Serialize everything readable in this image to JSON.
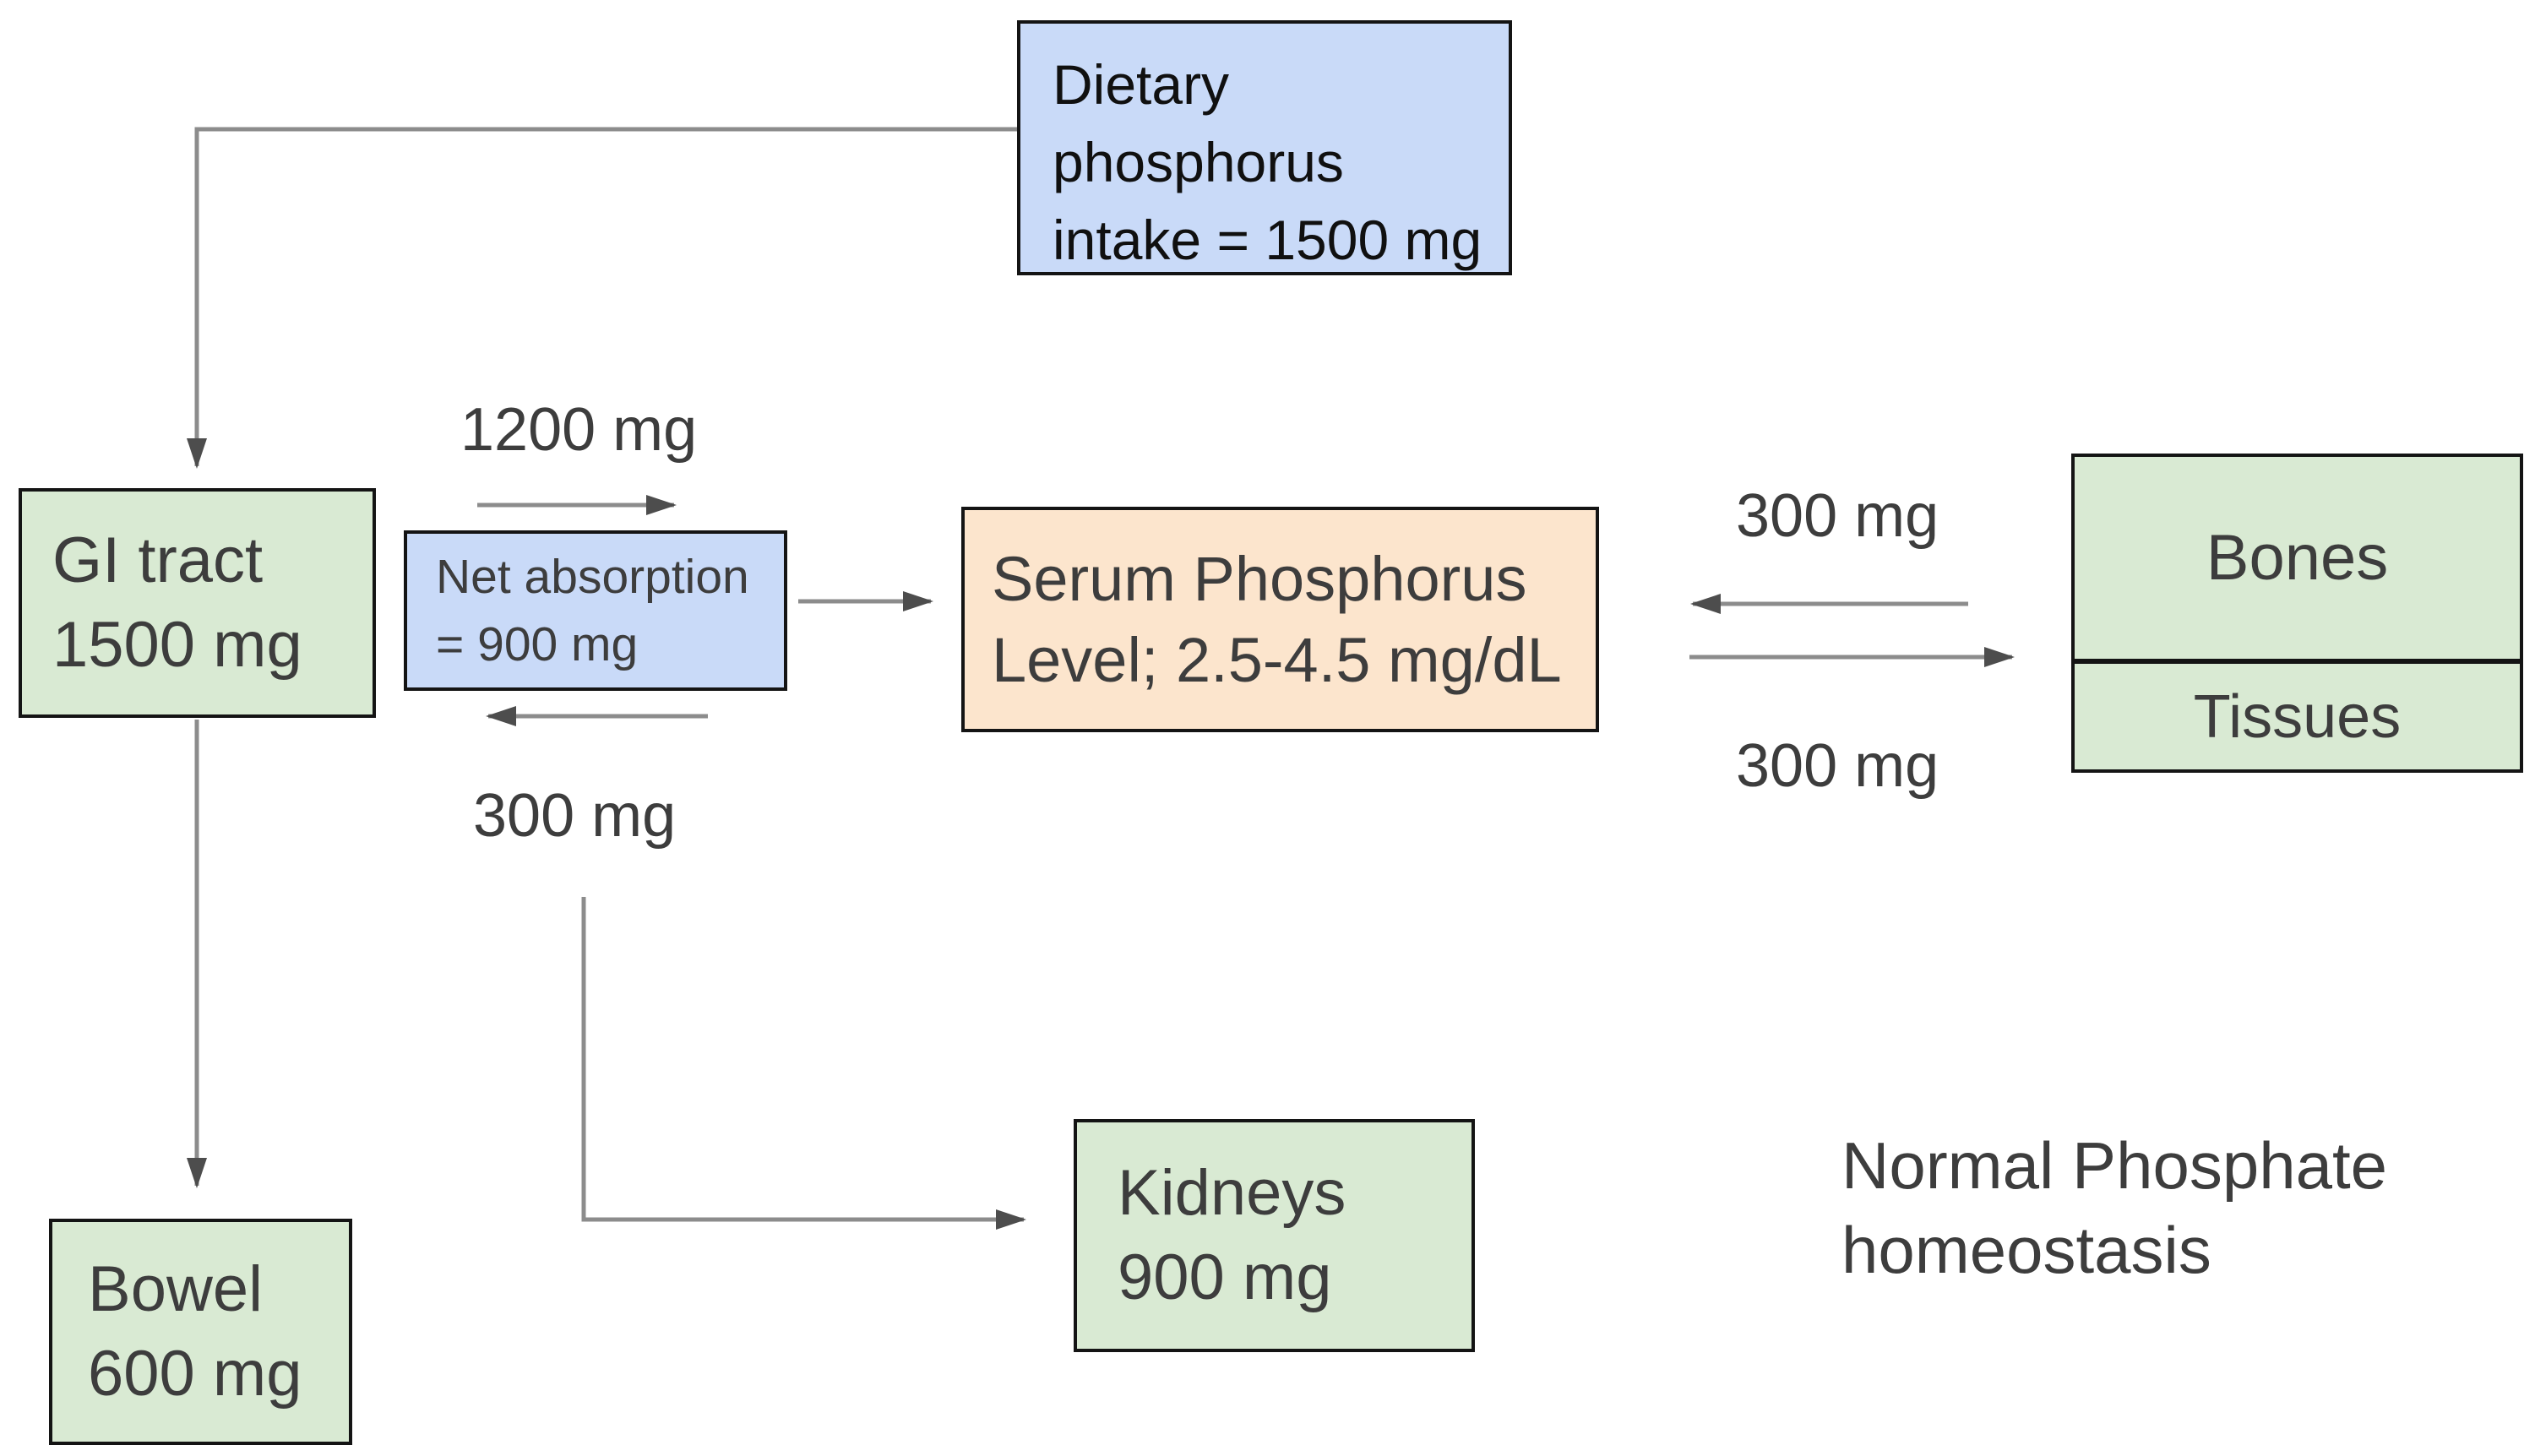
{
  "diagram": {
    "caption": {
      "line1": "Normal Phosphate",
      "line2": "homeostasis"
    },
    "nodes": {
      "dietary_phosphorus": {
        "lines": [
          "Dietary",
          "phosphorus",
          "intake = 1500 mg"
        ],
        "fill": "#c9daf8"
      },
      "gi_tract": {
        "lines": [
          "GI tract",
          "1500 mg"
        ],
        "fill": "#d9ead3"
      },
      "net_absorption": {
        "lines": [
          "Net absorption",
          "= 900 mg"
        ],
        "fill": "#c9daf8"
      },
      "serum_phosphorus": {
        "lines": [
          "Serum Phosphorus",
          "Level; 2.5-4.5 mg/dL"
        ],
        "fill": "#fce5cd"
      },
      "bones_tissues": {
        "compartments": [
          "Bones",
          "Tissues"
        ],
        "fill": "#d9ead3"
      },
      "bowel": {
        "lines": [
          "Bowel",
          "600 mg"
        ],
        "fill": "#d9ead3"
      },
      "kidneys": {
        "lines": [
          "Kidneys",
          "900 mg"
        ],
        "fill": "#d9ead3"
      }
    },
    "flow_labels": {
      "gi_to_serum": "1200 mg",
      "serum_to_gi": "300 mg",
      "bones_to_serum": "300 mg",
      "serum_to_bones": "300 mg"
    },
    "colors": {
      "green_box": "#d9ead3",
      "blue_box": "#c9daf8",
      "peach_box": "#fce5cd",
      "box_border": "#141414",
      "arrow_line": "#8c8c8c",
      "arrow_head": "#4d4d4d",
      "label_text": "#3d3d3d",
      "dietary_text": "#101010"
    }
  }
}
